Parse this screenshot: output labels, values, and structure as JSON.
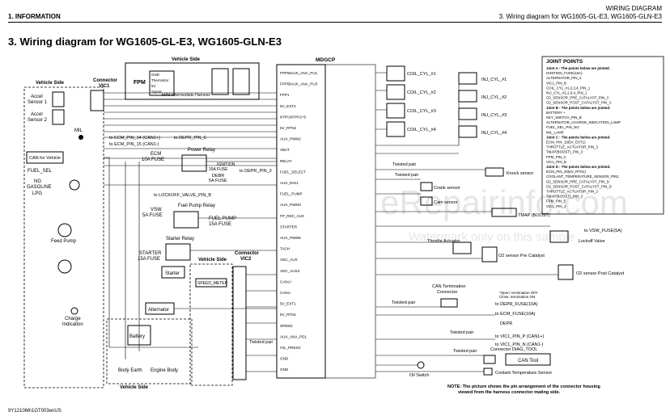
{
  "header": {
    "title": "WIRING DIAGRAM",
    "subtitle": "3. Wiring diagram for WG1605-GL-E3, WG1605-GLN-E3",
    "section": "1. INFORMATION"
  },
  "page_title": "3. Wiring diagram for WG1605-GL-E3, WG1605-GLN-E3",
  "footer_code": "9Y121066\\1GT003enUS",
  "watermark": "eRepairinfo.com",
  "watermark2": "Watermark only on this sample",
  "labels": {
    "vehicle_side_top": "Vehicle Side",
    "vehicle_side_left": "Vehicle Side",
    "vehicle_side_mid": "Vehicle Side",
    "vehicle_side_bottom": "Vehicle Side",
    "connector_vic1": "Connector\nVIC1",
    "connector_vic2": "Connector\nVIC2",
    "mdgcp": "MDGCP",
    "fpm": "FPM",
    "fpm_harness": "FPM Intermediate Harness",
    "accel_sensor1": "Accel\nSensor 1",
    "accel_sensor2": "Accel\nSensor 2",
    "mil": "MIL",
    "can_vehicle": "CAN for Vehicle",
    "fuel_sel": "FUEL_SEL",
    "ng_gasoline": "NG",
    "gasoline": "GASOLINE",
    "lpg": "LPG",
    "feed_pump": "Feed Pump",
    "starter": "Starter",
    "alternator": "Alternator",
    "charge_indication": "Charge\nIndication",
    "battery": "Battery",
    "body_earth": "Body Earth",
    "engine_body": "Engine Body",
    "ecm_fuse": "ECM\n10A FUSE",
    "power_relay": "Power Relay",
    "ignition_fuse": "IGNITION\n15A FUSE",
    "debr_fuse": "DEBR\n5A FUSE",
    "vsw_fuse": "VSW\n5A FUSE",
    "fuel_pump_relay": "Fuel Pump Relay",
    "fuel_pump_fuse": "FUEL PUMP\n15A FUSE",
    "starter_relay": "Starter Relay",
    "starter_fuse": "STARTER\n15A FUSE",
    "to_ecm_pin14": "to ECM_PIN_14 (CAN1+)",
    "to_ecm_pin15": "to ECM_PIN_15 (CAN1-)",
    "to_depr_pin6": "to DEPR_PIN_6",
    "to_depr_pin3": "to DEPR_PIN_3",
    "to_lockoff": "to LOCKOFF_VALVE_PIN_B",
    "speed_meter": "SPEED_METER",
    "coil1": "COIL_CYL_#1",
    "coil2": "COIL_CYL_#2",
    "coil3": "COIL_CYL_#3",
    "coil4": "COIL_CYL_#4",
    "inj1": "INJ_CYL_#1",
    "inj2": "INJ_CYL_#2",
    "inj3": "INJ_CYL_#3",
    "inj4": "INJ_CYL_#4",
    "knock_sensor": "Knock sensor",
    "crank_sensor": "Crank sensor",
    "cam_sensor": "Cam sensor",
    "tmap": "TMAP (BOOST)",
    "lockoff_valve": "Lockoff Valve",
    "throttle_actuator": "Throttle Actuator",
    "o2_pre": "O2 sensor Pre Catalyst",
    "o2_post": "O2 sensor Post Catalyst",
    "can_term": "CAN Termination\nConnector",
    "to_depr_fuse": "to DEPR_FUSE(10A)",
    "to_ecm_fuse": "to ECM_FUSE(10A)",
    "depr": "DEPR",
    "to_vic1_pin": "to VIC1_PIN_P (CAN1+)",
    "to_vic1_pin2": "to VIC1_PIN_N (CAN1-)",
    "diag_tool": "Connector DIAG_TOOL",
    "can_tool": "CAN Tool",
    "coolant_sensor": "Coolant Temperature Sensor",
    "oil_switch": "Oil Switch",
    "to_vsw_fuse": "to VSW_FUSE(5A)",
    "twisted_pair": "Twisted pair",
    "open_term": "*Open: termination OFF\nClose: termination ON",
    "note": "NOTE: The picture shows the pin arrangement of the connector housing\nviewed from the harness connector mating side."
  },
  "joint_points": {
    "title": "JOINT POINTS",
    "items": [
      "Joint A : The points below are jointed.",
      "IGNITION_FUSE(15A)",
      "ALTERNATOR_PIN_2",
      "VIC2_PIN_B",
      "COIL_CYL_#1,2,3,4_PIN_1",
      "INJ_CYL_#1,2,3,4_PIN_1",
      "O2_SENSOR_PRE_CATALYST_PIN_C",
      "O2_SENSOR_POST_CATALYST_PIN_C",
      "Joint B : The points below are jointed.",
      "BATTERY +",
      "KEY_SWITCH_PIN_B",
      "ALTERNATOR_CHARGE_INDICATION_LAMP",
      "FUEL_SEL_PIN_NG",
      "MIL_LAMP",
      "Joint C : The points below are jointed.",
      "ECM_PIN_19(5V_EXT1)",
      "THROTTLE_ACTUATOR_PIN_3",
      "TMAP(BOOST)_PIN_3",
      "FPM_PIN_C",
      "VIC1_PIN_B",
      "Joint D : The points below are jointed.",
      "ECM_PIN_20(5V_RTN1)",
      "COOLANT_TEMPERATURE_SENSOR_PIN1",
      "O2_SENSOR_PRE_CATALYST_PIN_D",
      "O2_SENSOR_POST_CATALYST_PIN_D",
      "THROTTLE_ACTUATOR_PIN_2",
      "TMAP(BOOST)_PIN_2",
      "FPM_PIN_E",
      "VIC1_PIN_J"
    ]
  },
  "mdgcp_pins": [
    "FPP/BAUX_ANA_PU1",
    "FPP/BAUX_ANA_PU3",
    "FPP1",
    "5V_EXT2",
    "IFPP2/IFPP2+5",
    "5V_RTN2",
    "AUX_PWM2",
    "VBAT",
    "RELAY",
    "FUEL_SELECT",
    "AUX_DIG1",
    "FUEL_PUMP",
    "AUX_PWM3",
    "FP_REC_AUX",
    "STARTER",
    "AUX_PWM5",
    "TACH",
    "ADC_AUX",
    "ADC_AUX2",
    "CAN1+",
    "CAN1-",
    "5V_EXT1",
    "5V_RTN1",
    "SPEED",
    "AUX_ANA_PD1",
    "OIL_PRESS",
    "GND",
    "GND"
  ],
  "fpm_pins": [
    "GND",
    "Thermistor",
    "5V",
    "Signal"
  ],
  "joints": [
    "Joint A",
    "Joint B",
    "Joint C",
    "Joint D"
  ]
}
